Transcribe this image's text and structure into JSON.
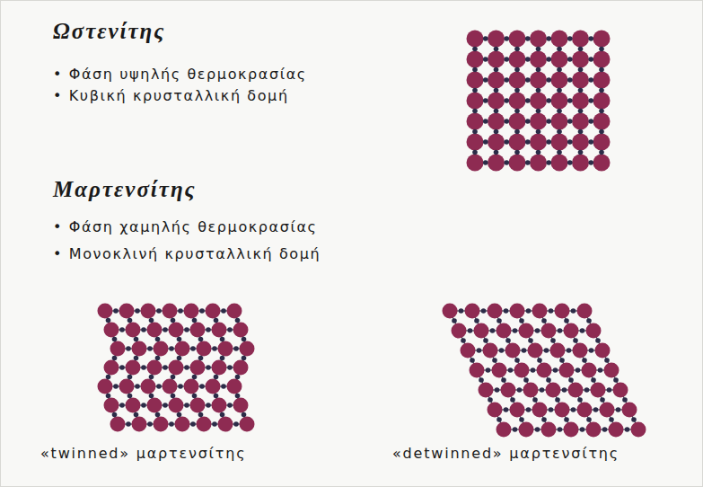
{
  "diagram": {
    "labels": [
      "Ωστενίτης",
      "• Φάση υψηλής θερμοκρασίας",
      "• Κυβική κρυσταλλική δομή",
      "Μαρτενσίτης",
      "• Φάση χαμηλής θερμοκρασίας",
      "• Μονοκλινή κρυσταλλική δομή",
      "«twinned» μαρτενσίτης",
      "«detwinned» μαρτενσίτης"
    ]
  }
}
